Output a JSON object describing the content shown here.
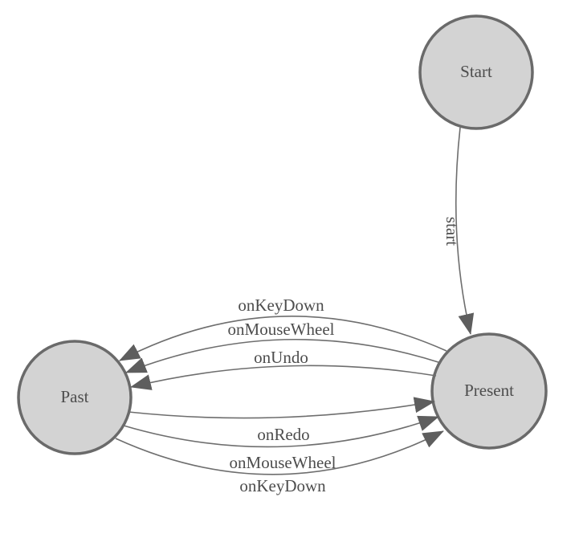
{
  "diagram": {
    "type": "state-machine",
    "colors": {
      "background": "#ffffff",
      "node-fill": "#d3d3d3",
      "node-stroke": "#6a6a6a",
      "edge-stroke": "#6e6e6e",
      "arrow-fill": "#5e5e5e",
      "label-color": "#4d4d4d"
    },
    "nodes": [
      {
        "label": "Start"
      },
      {
        "label": "Present"
      },
      {
        "label": "Past"
      }
    ],
    "edges": [
      {
        "label": "start",
        "from": "Start",
        "to": "Present"
      },
      {
        "label": "onKeyDown",
        "from": "Present",
        "to": "Past"
      },
      {
        "label": "onMouseWheel",
        "from": "Present",
        "to": "Past"
      },
      {
        "label": "onUndo",
        "from": "Present",
        "to": "Past"
      },
      {
        "label": "onRedo",
        "from": "Past",
        "to": "Present"
      },
      {
        "label": "onMouseWheel",
        "from": "Past",
        "to": "Present"
      },
      {
        "label": "onKeyDown",
        "from": "Past",
        "to": "Present"
      }
    ]
  }
}
